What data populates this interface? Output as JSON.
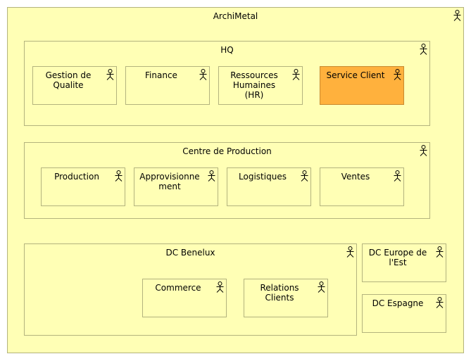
{
  "diagram": {
    "root": {
      "label": "ArchiMetal",
      "icon": "business-actor-icon"
    },
    "hq": {
      "label": "HQ",
      "icon": "business-actor-icon",
      "children": [
        {
          "label": "Gestion de\nQualite",
          "icon": "business-actor-icon"
        },
        {
          "label": "Finance",
          "icon": "business-actor-icon"
        },
        {
          "label": "Ressources\nHumaines\n(HR)",
          "icon": "business-actor-icon"
        },
        {
          "label": "Service Client",
          "icon": "business-actor-icon",
          "fill": "#ffb13d"
        }
      ]
    },
    "production_centre": {
      "label": "Centre de Production",
      "icon": "business-actor-icon",
      "children": [
        {
          "label": "Production",
          "icon": "business-actor-icon"
        },
        {
          "label": "Approvisionne\nment",
          "icon": "business-actor-icon"
        },
        {
          "label": "Logistiques",
          "icon": "business-actor-icon"
        },
        {
          "label": "Ventes",
          "icon": "business-actor-icon"
        }
      ]
    },
    "dc_benelux": {
      "label": "DC Benelux",
      "icon": "business-actor-icon",
      "children": [
        {
          "label": "Commerce",
          "icon": "business-actor-icon"
        },
        {
          "label": "Relations\nClients",
          "icon": "business-actor-icon"
        }
      ]
    },
    "dc_europe_est": {
      "label": "DC Europe de\nl'Est",
      "icon": "business-actor-icon"
    },
    "dc_espagne": {
      "label": "DC Espagne",
      "icon": "business-actor-icon"
    },
    "colors": {
      "fill": "#ffffb5",
      "border": "#b3b37e",
      "highlight": "#ffb13d"
    }
  }
}
